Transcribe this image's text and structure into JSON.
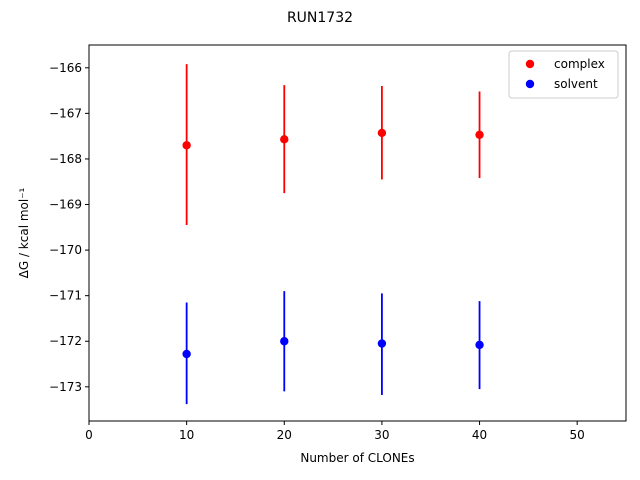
{
  "chart_data": {
    "type": "scatter",
    "title": "RUN1732",
    "xlabel": "Number of CLONEs",
    "ylabel": "ΔG / kcal mol⁻¹",
    "xlim": [
      0,
      55
    ],
    "ylim": [
      -173.75,
      -165.5
    ],
    "xticks": [
      0,
      10,
      20,
      30,
      40,
      50
    ],
    "yticks": [
      -173,
      -172,
      -171,
      -170,
      -169,
      -168,
      -167,
      -166
    ],
    "grid": false,
    "legend_position": "top-right",
    "series": [
      {
        "name": "complex",
        "color": "#ff0000",
        "x": [
          10,
          20,
          30,
          40
        ],
        "y": [
          -167.7,
          -167.57,
          -167.43,
          -167.47
        ],
        "yerr_low": [
          -169.45,
          -168.75,
          -168.45,
          -168.42
        ],
        "yerr_high": [
          -165.92,
          -166.38,
          -166.4,
          -166.52
        ]
      },
      {
        "name": "solvent",
        "color": "#0000ff",
        "x": [
          10,
          20,
          30,
          40
        ],
        "y": [
          -172.28,
          -172.0,
          -172.05,
          -172.08
        ],
        "yerr_low": [
          -173.38,
          -173.1,
          -173.18,
          -173.05
        ],
        "yerr_high": [
          -171.15,
          -170.9,
          -170.95,
          -171.12
        ]
      }
    ]
  }
}
